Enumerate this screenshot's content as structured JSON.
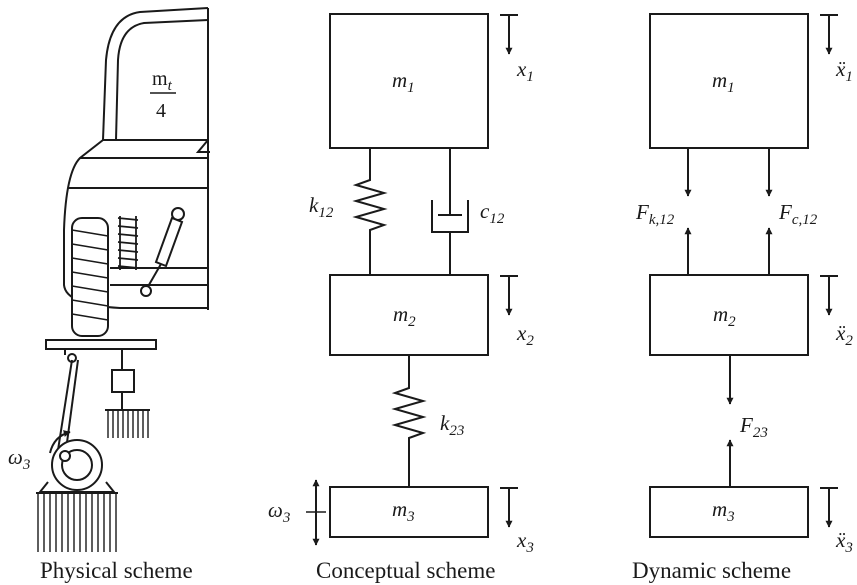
{
  "physical": {
    "mass_num": "m",
    "mass_num_sub": "t",
    "mass_den": "4",
    "omega": "ω",
    "omega_sub": "3",
    "caption": "Physical scheme"
  },
  "conceptual": {
    "m1": "m",
    "m1_sub": "1",
    "m2": "m",
    "m2_sub": "2",
    "m3": "m",
    "m3_sub": "3",
    "x1": "x",
    "x1_sub": "1",
    "x2": "x",
    "x2_sub": "2",
    "x3": "x",
    "x3_sub": "3",
    "k12": "k",
    "k12_sub": "12",
    "c12": "c",
    "c12_sub": "12",
    "k23": "k",
    "k23_sub": "23",
    "omega": "ω",
    "omega_sub": "3",
    "caption": "Conceptual scheme"
  },
  "dynamic": {
    "m1": "m",
    "m1_sub": "1",
    "m2": "m",
    "m2_sub": "2",
    "m3": "m",
    "m3_sub": "3",
    "xdd1": "ẍ",
    "xdd1_sub": "1",
    "xdd2": "ẍ",
    "xdd2_sub": "2",
    "xdd3": "ẍ",
    "xdd3_sub": "3",
    "fk12": "F",
    "fk12_sub": "k,12",
    "fc12": "F",
    "fc12_sub": "c,12",
    "f23": "F",
    "f23_sub": "23",
    "caption": "Dynamic scheme"
  }
}
